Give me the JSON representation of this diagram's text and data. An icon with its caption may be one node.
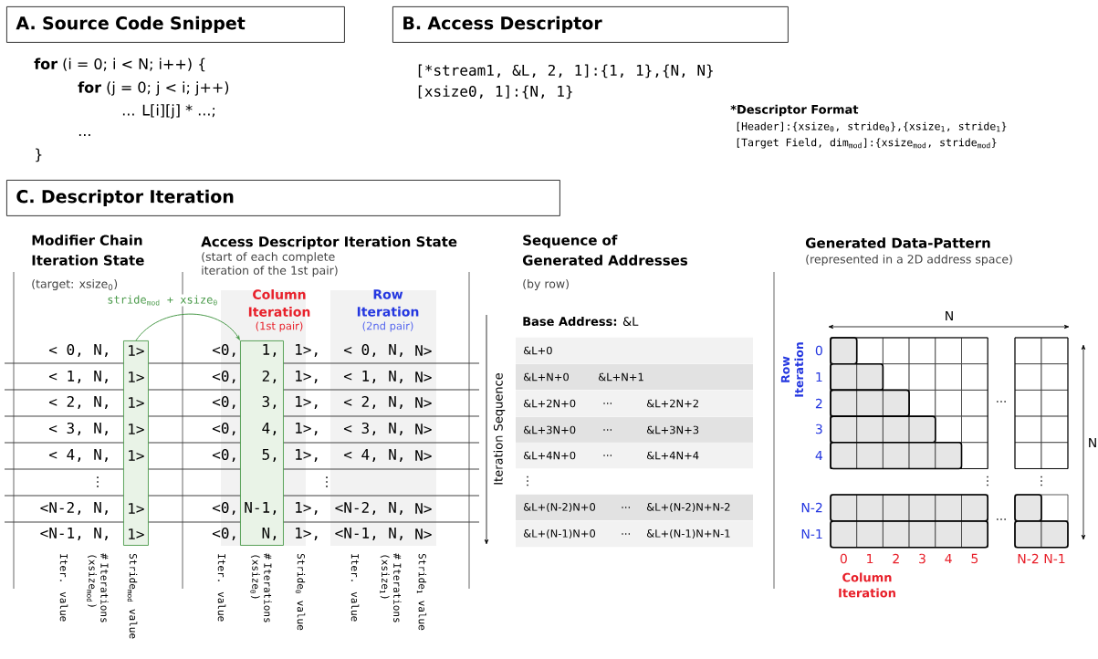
{
  "diagram": {
    "nodes": [
      {
        "text": [
          "A. Source Code Snippet"
        ]
      },
      {
        "text": [
          "B. Access Descriptor"
        ]
      },
      {
        "text": [
          "C. Descriptor Iteration"
        ]
      },
      {
        "text": [],
        "shape": "bar"
      },
      {
        "text": [],
        "shape": "bar"
      }
    ],
    "edges": [
      {
        "from": 3,
        "to": 4,
        "arrow": "to",
        "label": "stride$_{mod}$ + xsize$_{0}$",
        "color": "#4a9a4a"
      }
    ],
    "labels": [
      "**for** (i = 0; i < N; i++) {",
      "**for** (j = 0; j < i; j++)",
      "... L[i][j] * ...;",
      "...",
      "}",
      "[*stream1, &L, 2, 1]:{1, 1},{N, N}",
      "[xsize0, 1]:{N, 1}",
      "*Descriptor Format",
      "[Header]:{xsize$_{0}$, stride$_{0}$},{xsize$_{1}$, stride$_{1}$}",
      "[Target Field, dim$_{mod}$]:{xsize$_{mod}$, stride$_{mod}$}",
      "Modifier Chain Iteration State",
      "(target: xsize$_{0}$)",
      "Access Descriptor Iteration State",
      "(start of each complete iteration of the 1st pair)",
      "Sequence of Generated Addresses",
      "(by row)",
      "Generated Data-Pattern",
      "(represented in a 2D address space)",
      "Column Iteration",
      "(1st pair)",
      "Row Iteration",
      "(2nd pair)",
      "< 0,",
      "N,",
      "1>",
      "<0,",
      "1,",
      "1>,",
      "< 0,",
      "N,",
      "N>",
      "< 1,",
      "N,",
      "1>",
      "<0,",
      "2,",
      "1>,",
      "< 1,",
      "N,",
      "N>",
      "< 2,",
      "N,",
      "1>",
      "<0,",
      "3,",
      "1>,",
      "< 2,",
      "N,",
      "N>",
      "< 3,",
      "N,",
      "1>",
      "<0,",
      "4,",
      "1>,",
      "< 3,",
      "N,",
      "N>",
      "< 4,",
      "N,",
      "1>",
      "<0,",
      "5,",
      "1>,",
      "< 4,",
      "N,",
      "N>",
      "⋮",
      "⋮",
      "<N-2,",
      "N,",
      "1>",
      "<0,",
      "N-1,",
      "1>,",
      "<N-2,",
      "N,",
      "N>",
      "<N-1,",
      "N,",
      "1>",
      "<0,",
      "N,",
      "1>,",
      "<N-1,",
      "N,",
      "N>",
      "Iteration Sequence",
      "Iter. value",
      "# Iterations (xsize$_{mod}$)",
      "Stride$_{mod}$ value",
      "Iter. value",
      "# Iterations (xsize$_{0}$)",
      "Stride$_{0}$ value",
      "Iter. value",
      "# Iterations (xsize$_{1}$)",
      "Stride$_{1}$ value",
      "**Base Address:** &L",
      "&L+0",
      "&L+N+0",
      "&L+N+1",
      "&L+2N+0",
      "...",
      "&L+2N+2",
      "&L+3N+0",
      "...",
      "&L+3N+3",
      "&L+4N+0",
      "...",
      "&L+4N+4",
      "⋮",
      "&L+(N-2)N+0",
      "...",
      "&L+(N-2)N+N-2",
      "&L+(N-1)N+0",
      "...",
      "&L+(N-1)N+N-1",
      "N",
      "N",
      "Row Iteration",
      "0",
      "1",
      "2",
      "3",
      "4",
      "N-2",
      "N-1",
      "...",
      "...",
      "⋮",
      "⋮",
      "0",
      "1",
      "2",
      "3",
      "4",
      "5",
      "N-2",
      "N-1",
      "Column Iteration"
    ]
  }
}
